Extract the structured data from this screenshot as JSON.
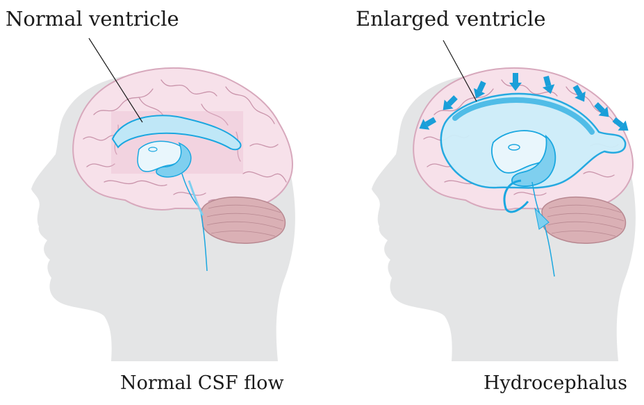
{
  "labels": {
    "left_top": "Normal ventricle",
    "right_top": "Enlarged ventricle",
    "left_bottom": "Normal CSF flow",
    "right_bottom": "Hydrocephalus"
  },
  "colors": {
    "head": "#e4e5e6",
    "brain": "#f7e1ea",
    "brain_outline": "#d7a8bc",
    "gyri": "#c993aa",
    "cerebellum": "#dab0b5",
    "ventricle_fill": "#bfe7f7",
    "ventricle_stroke": "#1aa7e0",
    "arrow": "#1a9fd9"
  }
}
